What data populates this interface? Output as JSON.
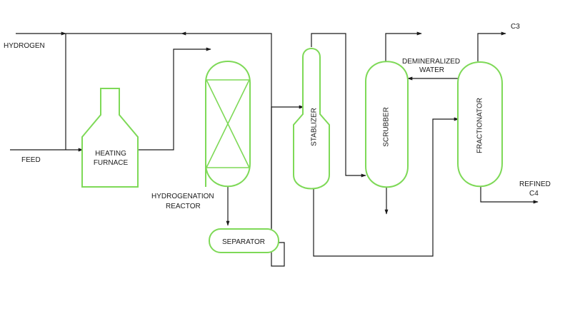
{
  "labels": {
    "hydrogen": "HYDROGEN",
    "feed": "FEED",
    "heating_furnace_1": "HEATING",
    "heating_furnace_2": "FURNACE",
    "hydrogenation_reactor_1": "HYDROGENATION",
    "hydrogenation_reactor_2": "REACTOR",
    "separator": "SEPARATOR",
    "stabilizer": "STABLIZER",
    "scrubber": "SCRUBBER",
    "demineralized_water_1": "DEMINERALIZED",
    "demineralized_water_2": "WATER",
    "fractionator": "FRACTIONATOR",
    "c3": "C3",
    "refined_c4_1": "REFINED",
    "refined_c4_2": "C4"
  },
  "colors": {
    "vessel_outline": "#7ed957",
    "pipe": "#1a1a1a"
  }
}
